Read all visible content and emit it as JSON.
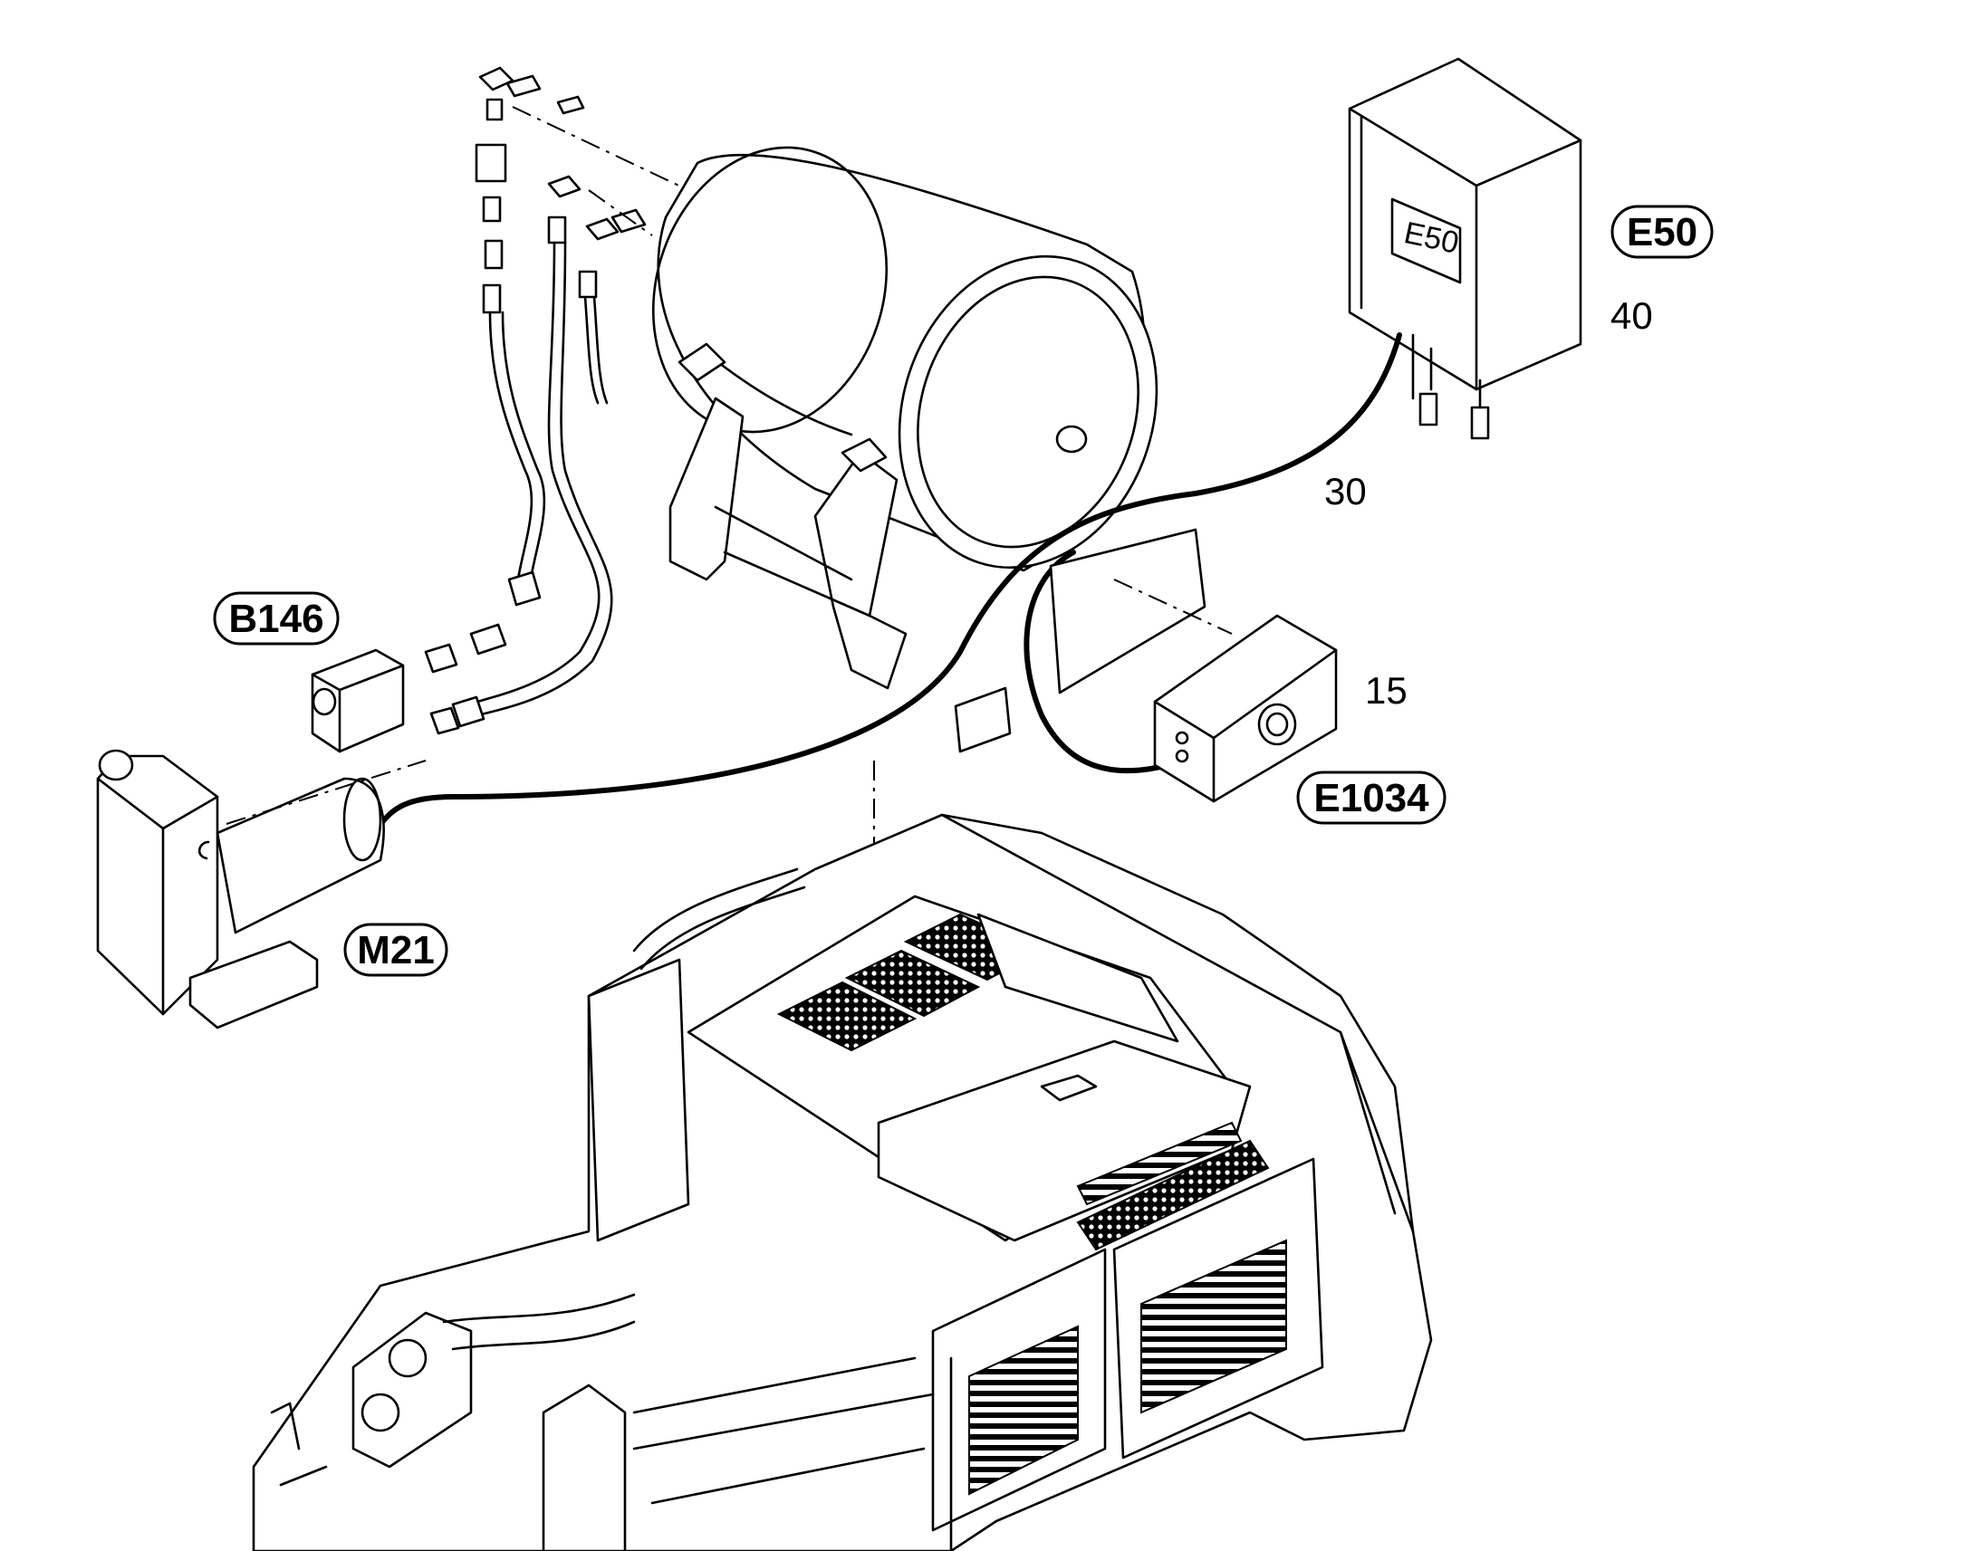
{
  "labels": {
    "e50": "E50",
    "b146": "B146",
    "m21": "M21",
    "e1034": "E1034"
  },
  "numbers": {
    "n40": "40",
    "n30": "30",
    "n15": "15"
  },
  "box_text": "E50",
  "colors": {
    "line": "#000000",
    "background": "#ffffff"
  }
}
